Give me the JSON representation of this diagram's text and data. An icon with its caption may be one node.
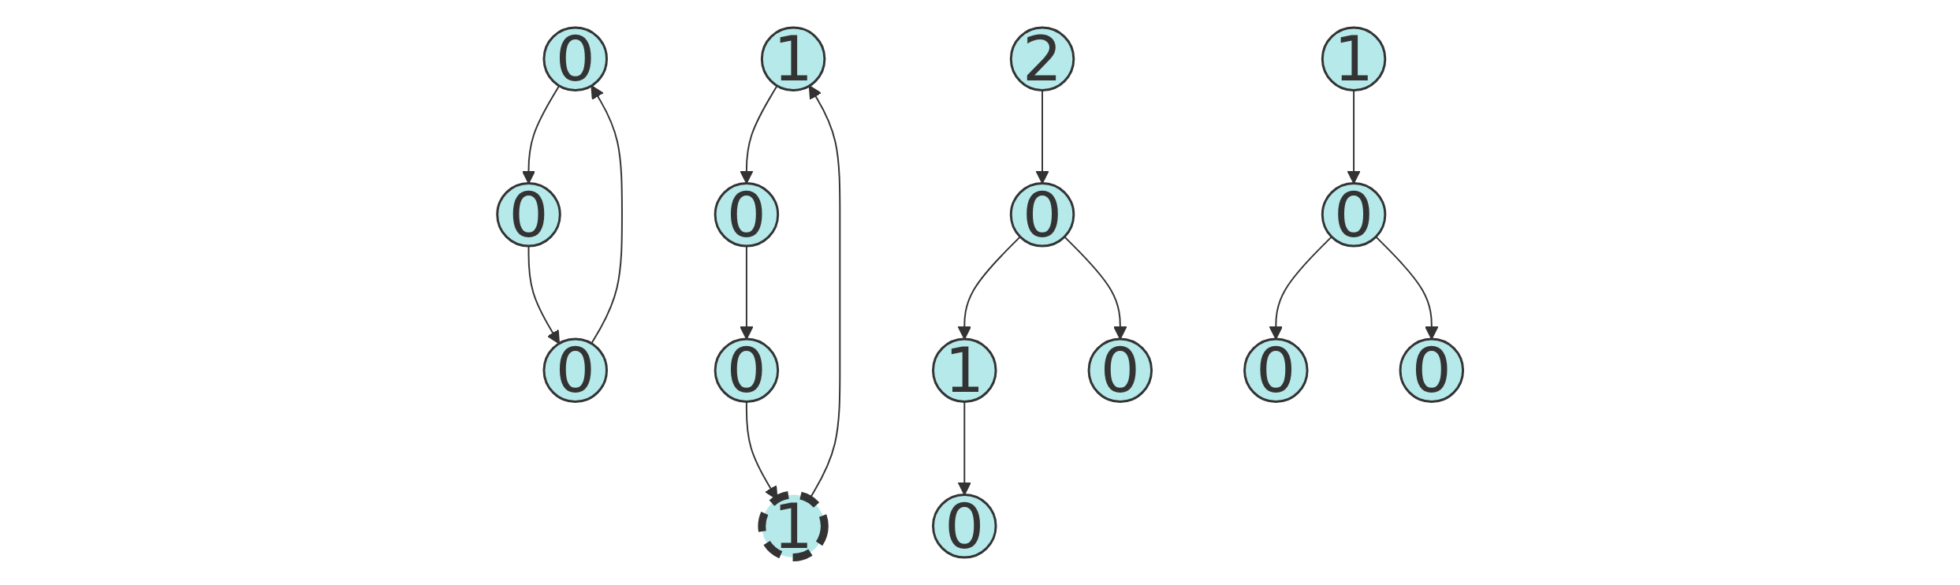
{
  "diagram": {
    "nodes": [
      {
        "text": [
          "0"
        ]
      },
      {
        "text": [
          "0"
        ]
      },
      {
        "text": [
          "0"
        ]
      },
      {
        "text": [
          "1"
        ]
      },
      {
        "text": [
          "1"
        ]
      },
      {
        "text": [
          "0"
        ]
      },
      {
        "text": [
          "0"
        ]
      },
      {
        "text": [
          "2"
        ]
      },
      {
        "text": [
          "1"
        ]
      },
      {
        "text": [
          "0"
        ]
      },
      {
        "text": [
          "0"
        ]
      },
      {
        "text": [
          "0"
        ]
      },
      {
        "text": [
          "1"
        ]
      },
      {
        "text": [
          "0"
        ]
      },
      {
        "text": [
          "0"
        ]
      },
      {
        "text": [
          "0"
        ]
      }
    ],
    "edges": [
      {
        "from": 0,
        "to": 1,
        "arrow": "to"
      },
      {
        "from": 1,
        "to": 2,
        "arrow": "to"
      },
      {
        "from": 2,
        "to": 0,
        "arrow": "to"
      },
      {
        "from": 4,
        "to": 3,
        "arrow": "to"
      },
      {
        "from": 3,
        "to": 5,
        "arrow": "to"
      },
      {
        "from": 5,
        "to": 6,
        "arrow": "to"
      },
      {
        "from": 6,
        "to": 4,
        "arrow": "to"
      },
      {
        "from": 7,
        "to": 9,
        "arrow": "to"
      },
      {
        "from": 9,
        "to": 8,
        "arrow": "to"
      },
      {
        "from": 9,
        "to": 10,
        "arrow": "to"
      },
      {
        "from": 8,
        "to": 11,
        "arrow": "to"
      },
      {
        "from": 12,
        "to": 13,
        "arrow": "to"
      },
      {
        "from": 13,
        "to": 14,
        "arrow": "to"
      },
      {
        "from": 13,
        "to": 15,
        "arrow": "to"
      }
    ]
  }
}
